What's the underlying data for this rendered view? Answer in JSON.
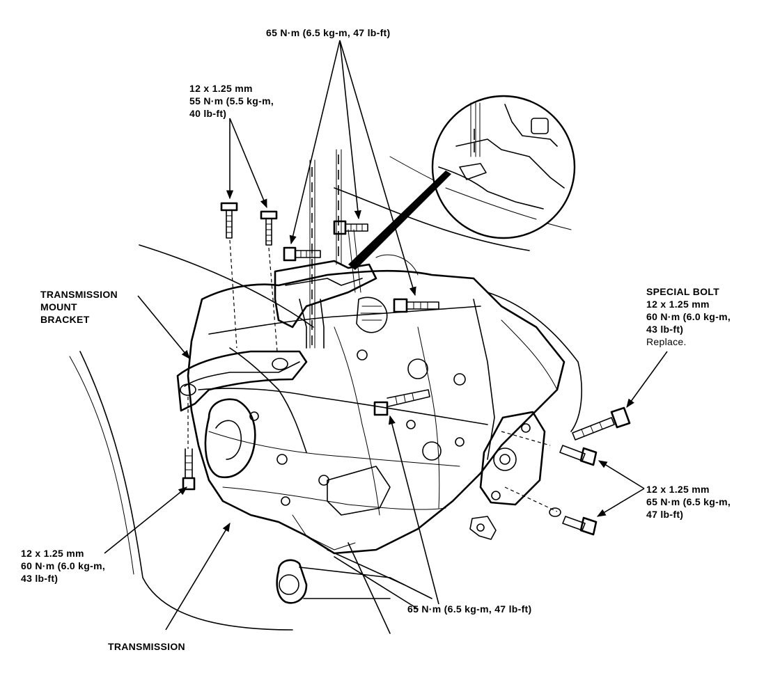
{
  "labels": {
    "top_torque": "65 N·m (6.5 kg-m, 47 lb-ft)",
    "mount_bolts": [
      "12 x 1.25 mm",
      "55 N·m (5.5 kg-m,",
      "40 lb-ft)"
    ],
    "mount_bracket": [
      "TRANSMISSION",
      "MOUNT",
      "BRACKET"
    ],
    "special_bolt": [
      "SPECIAL BOLT",
      "12 x 1.25 mm",
      "60 N·m (6.0 kg-m,",
      "43 lb-ft)",
      "Replace."
    ],
    "right_bolts": [
      "12 x 1.25 mm",
      "65 N·m (6.5 kg-m,",
      "47 lb-ft)"
    ],
    "left_bolt": [
      "12 x 1.25 mm",
      "60 N·m (6.0 kg-m,",
      "43 lb-ft)"
    ],
    "bottom_torque": "65 N·m (6.5 kg-m, 47 lb-ft)",
    "transmission": "TRANSMISSION"
  }
}
